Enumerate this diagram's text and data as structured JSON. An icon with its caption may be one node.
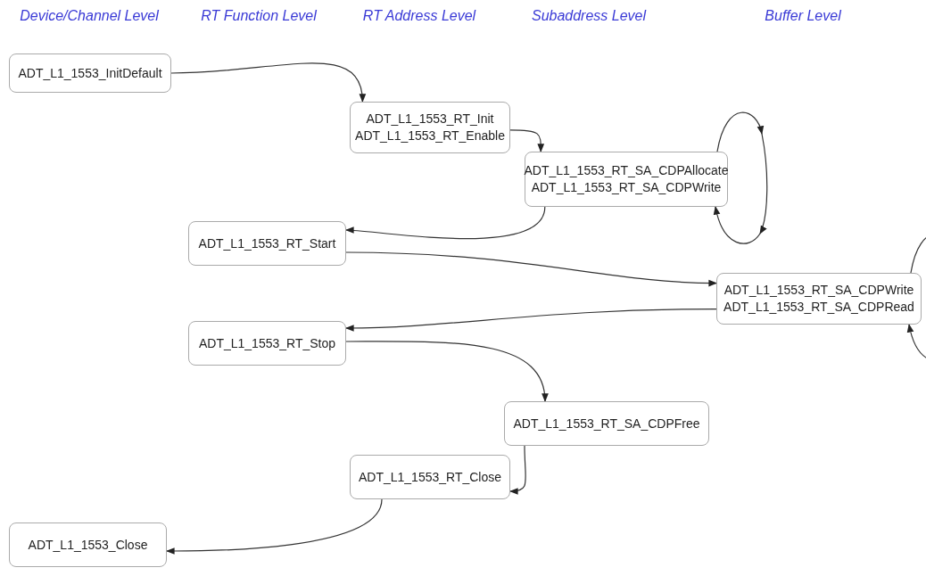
{
  "diagram": {
    "nodes": [
      {
        "text": [
          "ADT_L1_1553_InitDefault"
        ]
      },
      {
        "text": [
          "ADT_L1_1553_RT_Init",
          "ADT_L1_1553_RT_Enable"
        ]
      },
      {
        "text": [
          "ADT_L1_1553_RT_SA_CDPAllocate",
          "ADT_L1_1553_RT_SA_CDPWrite"
        ]
      },
      {
        "text": [
          "ADT_L1_1553_RT_Start"
        ]
      },
      {
        "text": [
          "ADT_L1_1553_RT_SA_CDPWrite",
          "ADT_L1_1553_RT_SA_CDPRead"
        ]
      },
      {
        "text": [
          "ADT_L1_1553_RT_Stop"
        ]
      },
      {
        "text": [
          "ADT_L1_1553_RT_SA_CDPFree"
        ]
      },
      {
        "text": [
          "ADT_L1_1553_RT_Close"
        ]
      },
      {
        "text": [
          "ADT_L1_1553_Close"
        ]
      }
    ],
    "edges": [
      {
        "from": 0,
        "to": 1,
        "arrow": "to"
      },
      {
        "from": 1,
        "to": 2,
        "arrow": "to"
      },
      {
        "from": 2,
        "to": 2,
        "arrow": "to"
      },
      {
        "from": 2,
        "to": 3,
        "arrow": "to"
      },
      {
        "from": 3,
        "to": 4,
        "arrow": "to"
      },
      {
        "from": 4,
        "to": 4,
        "arrow": "to"
      },
      {
        "from": 4,
        "to": 5,
        "arrow": "to"
      },
      {
        "from": 5,
        "to": 6,
        "arrow": "to"
      },
      {
        "from": 6,
        "to": 7,
        "arrow": "to"
      },
      {
        "from": 7,
        "to": 8,
        "arrow": "to"
      }
    ],
    "labels": [
      "Device/Channel Level",
      "RT Function Level",
      "RT Address Level",
      "Subaddress Level",
      "Buffer Level"
    ]
  }
}
